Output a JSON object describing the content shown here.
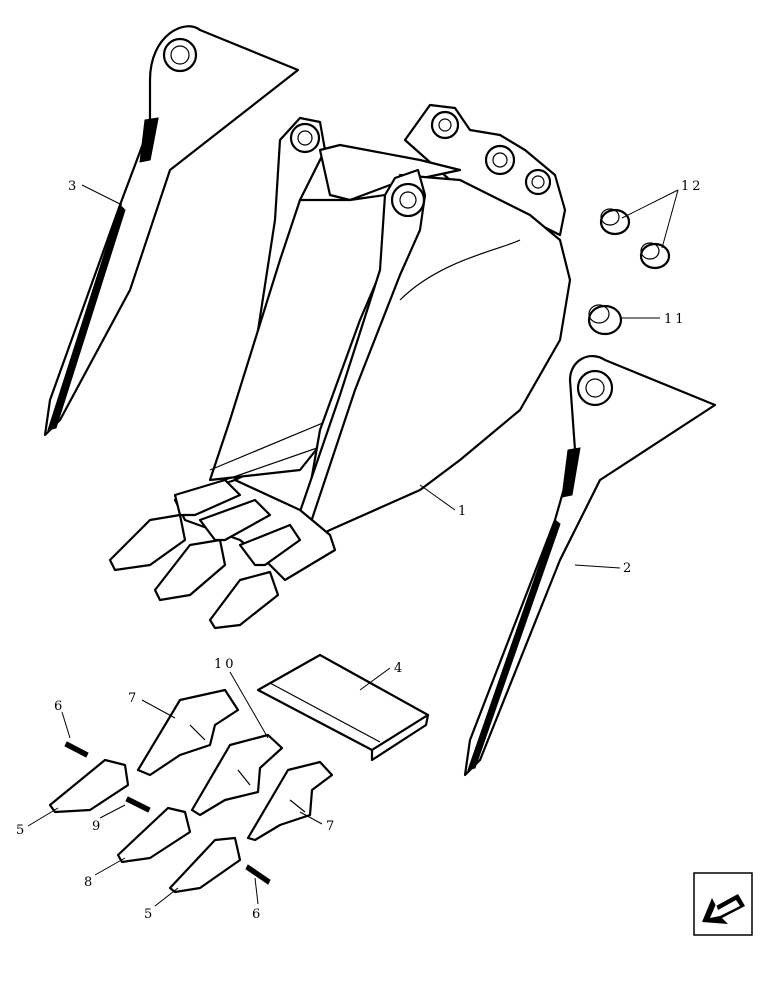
{
  "diagram": {
    "callouts": [
      {
        "id": "c1",
        "label": "1"
      },
      {
        "id": "c2",
        "label": "2"
      },
      {
        "id": "c3",
        "label": "3"
      },
      {
        "id": "c4",
        "label": "4"
      },
      {
        "id": "c5a",
        "label": "5"
      },
      {
        "id": "c5b",
        "label": "5"
      },
      {
        "id": "c6a",
        "label": "6"
      },
      {
        "id": "c6b",
        "label": "6"
      },
      {
        "id": "c7a",
        "label": "7"
      },
      {
        "id": "c7b",
        "label": "7"
      },
      {
        "id": "c8",
        "label": "8"
      },
      {
        "id": "c9",
        "label": "9"
      },
      {
        "id": "c10",
        "label": "10"
      },
      {
        "id": "c11",
        "label": "11"
      },
      {
        "id": "c12",
        "label": "12"
      }
    ]
  },
  "navigation": {
    "icon": "back-arrow-icon"
  }
}
